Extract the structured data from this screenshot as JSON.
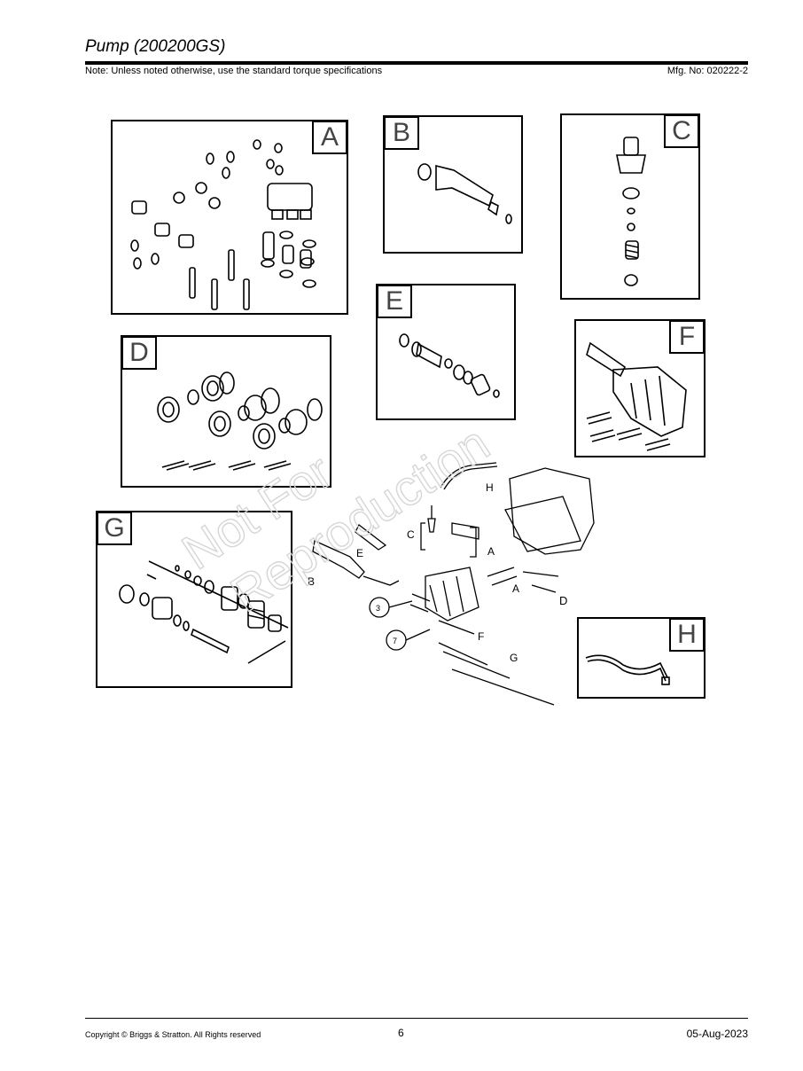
{
  "header": {
    "title": "Pump (200200GS)",
    "note": "Note: Unless noted otherwise, use the standard torque specifications",
    "mfg": "Mfg. No: 020222-2"
  },
  "boxes": {
    "a": "A",
    "b": "B",
    "c": "C",
    "d": "D",
    "e": "E",
    "f": "F",
    "g": "G",
    "h": "H"
  },
  "callouts": {
    "h": "H",
    "c": "C",
    "a1": "A",
    "e": "E",
    "b": "B",
    "a2": "A",
    "d": "D",
    "f": "F",
    "g": "G",
    "n3": "3",
    "n7": "7"
  },
  "watermark": {
    "line1": "Not For",
    "line2": "Reproduction"
  },
  "footer": {
    "copyright": "Copyright ©  Briggs & Stratton. All Rights reserved",
    "page": "6",
    "date": "05-Aug-2023"
  }
}
